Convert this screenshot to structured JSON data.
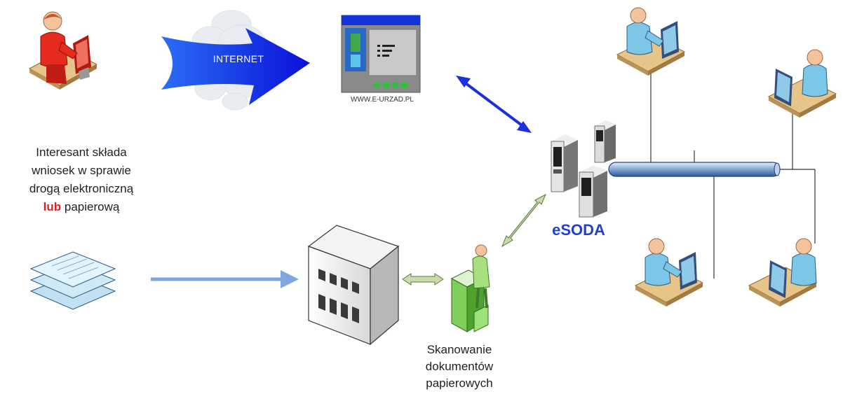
{
  "labels": {
    "internet": "INTERNET",
    "url": "WWW.E-URZAD.PL",
    "description_line1": "Interesant składa",
    "description_line2": "wniosek w sprawie",
    "description_line3": "drogą elektroniczną",
    "description_or": "lub",
    "description_rest": " papierową",
    "scan_line1": "Skanowanie",
    "scan_line2": "dokumentów",
    "scan_line3": "papierowych",
    "system_name": "eSODA"
  },
  "colors": {
    "internet_arrow": "#1010ee",
    "blue_link": "#1a2fe0",
    "paper_arrow": "#7ea6e0",
    "scan_arrow": "#c8dcae",
    "person_red": "#e52a1e",
    "person_blue": "#7cc7e8",
    "desk": "#e7c48a",
    "esoda_text": "#1f3fd6",
    "highlight_red": "#e0201b"
  },
  "icons": [
    "client-at-computer-icon",
    "cloud-icon",
    "website-window-icon",
    "documents-stack-icon",
    "office-building-icon",
    "scanner-operator-icon",
    "server-icon",
    "network-backbone-icon",
    "office-workstation-icon"
  ]
}
